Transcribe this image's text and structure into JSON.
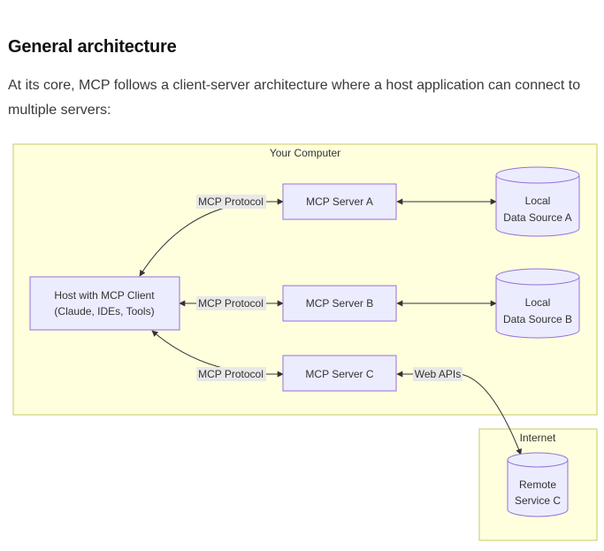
{
  "article": {
    "heading": "General architecture",
    "paragraph": "At its core, MCP follows a client-server architecture where a host application can connect to multiple servers:"
  },
  "diagram": {
    "groups": {
      "your_computer": "Your Computer",
      "internet": "Internet"
    },
    "nodes": {
      "host": [
        "Host with MCP Client",
        "(Claude, IDEs, Tools)"
      ],
      "server_a": "MCP Server A",
      "server_b": "MCP Server B",
      "server_c": "MCP Server C",
      "datasource_a": [
        "Local",
        "Data Source A"
      ],
      "datasource_b": [
        "Local",
        "Data Source B"
      ],
      "remote_c": [
        "Remote",
        "Service C"
      ]
    },
    "edge_labels": {
      "host_a": "MCP Protocol",
      "host_b": "MCP Protocol",
      "host_c": "MCP Protocol",
      "c_remote": "Web APIs"
    },
    "colors": {
      "group_fill": "#ffffde",
      "group_stroke": "#c8c864",
      "node_fill": "#ececff",
      "node_stroke": "#9370db",
      "edge_stroke": "#333333",
      "label_bg": "#e8e8e8"
    }
  }
}
